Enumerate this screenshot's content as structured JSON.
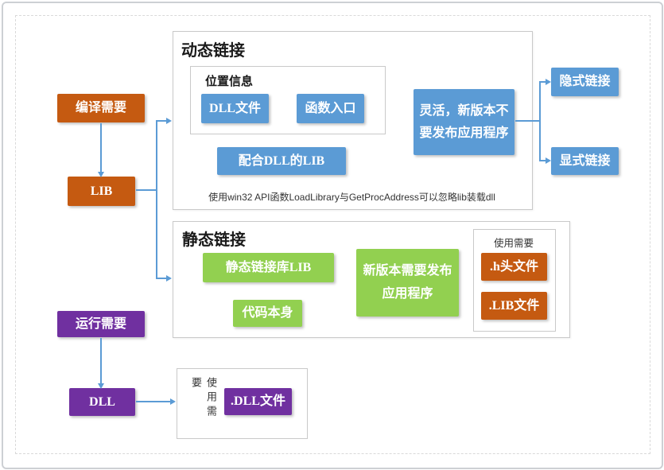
{
  "colors": {
    "accent_blue": "#5B9BD5",
    "accent_orange": "#C55A11",
    "accent_green": "#92D050",
    "accent_purple": "#7030A0",
    "connector": "#5B9BD5"
  },
  "left_flow": {
    "compile_label": "编译需要",
    "lib_label": "LIB",
    "run_label": "运行需要",
    "dll_label": "DLL"
  },
  "dynamic_section": {
    "title": "动态链接",
    "location_group": {
      "title": "位置信息",
      "items": [
        "DLL文件",
        "函数入口"
      ]
    },
    "lib_for_dll_label": "配合DLL的LIB",
    "flexible_label": "灵活，新版本不要发布应用程序",
    "note": "使用win32 API函数LoadLibrary与GetProcAddress可以忽略lib装载dll",
    "implicit_label": "隐式链接",
    "explicit_label": "显式链接"
  },
  "static_section": {
    "title": "静态链接",
    "static_lib_label": "静态链接库LIB",
    "code_label": "代码本身",
    "new_version_label": "新版本需要发布应用程序",
    "use_need_group": {
      "title": "使用需要",
      "items": [
        ".h头文件",
        ".LIB文件"
      ]
    }
  },
  "dll_use_group": {
    "title": "使用需要",
    "item_label": ".DLL文件"
  }
}
